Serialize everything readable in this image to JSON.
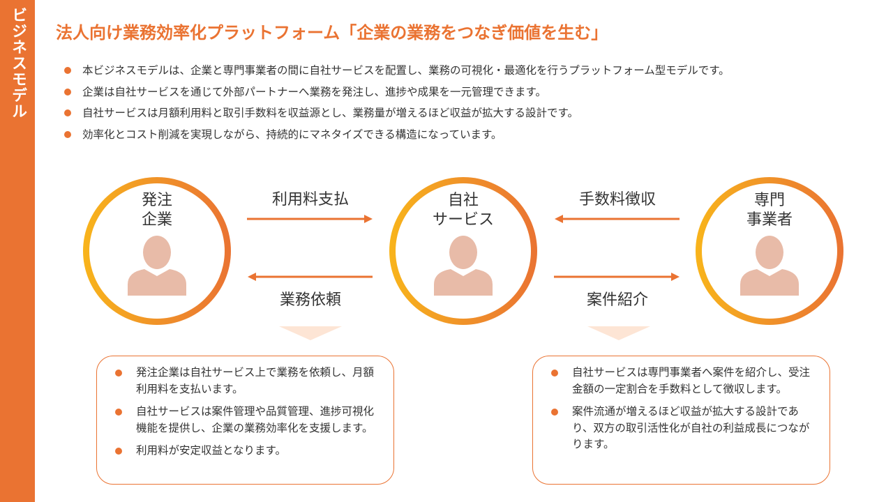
{
  "sidebar": {
    "label": "ビジネスモデル"
  },
  "title": "法人向け業務効率化プラットフォーム「企業の業務をつなぎ価値を生む」",
  "bullets": [
    "本ビジネスモデルは、企業と専門事業者の間に自社サービスを配置し、業務の可視化・最適化を行うプラットフォーム型モデルです。",
    "企業は自社サービスを通じて外部パートナーへ業務を発注し、進捗や成果を一元管理できます。",
    "自社サービスは月額利用料と取引手数料を収益源とし、業務量が増えるほど収益が拡大する設計です。",
    "効率化とコスト削減を実現しながら、持続的にマネタイズできる構造になっています。"
  ],
  "nodes": {
    "client": {
      "label": "発注\n企業",
      "icon": "person-icon"
    },
    "platform": {
      "label": "自社\nサービス",
      "icon": "person-icon"
    },
    "provider": {
      "label": "専門\n事業者",
      "icon": "person-icon"
    }
  },
  "flows": {
    "usage_fee": "利用料支払",
    "work_request": "業務依頼",
    "commission": "手数料徴収",
    "referral": "案件紹介"
  },
  "callouts": {
    "left": [
      "発注企業は自社サービス上で業務を依頼し、月額利用料を支払います。",
      "自社サービスは案件管理や品質管理、進捗可視化機能を提供し、企業の業務効率化を支援します。",
      "利用料が安定収益となります。"
    ],
    "right": [
      "自社サービスは専門事業者へ案件を紹介し、受注金額の一定割合を手数料として徴収します。",
      "案件流通が増えるほど収益が拡大する設計であり、双方の取引活性化が自社の利益成長につながります。"
    ]
  },
  "colors": {
    "accent": "#ea7332",
    "ring_start": "#f8b41b",
    "ring_end": "#ea7332",
    "person": "#e8bba8",
    "chevron": "#fde5d5"
  }
}
